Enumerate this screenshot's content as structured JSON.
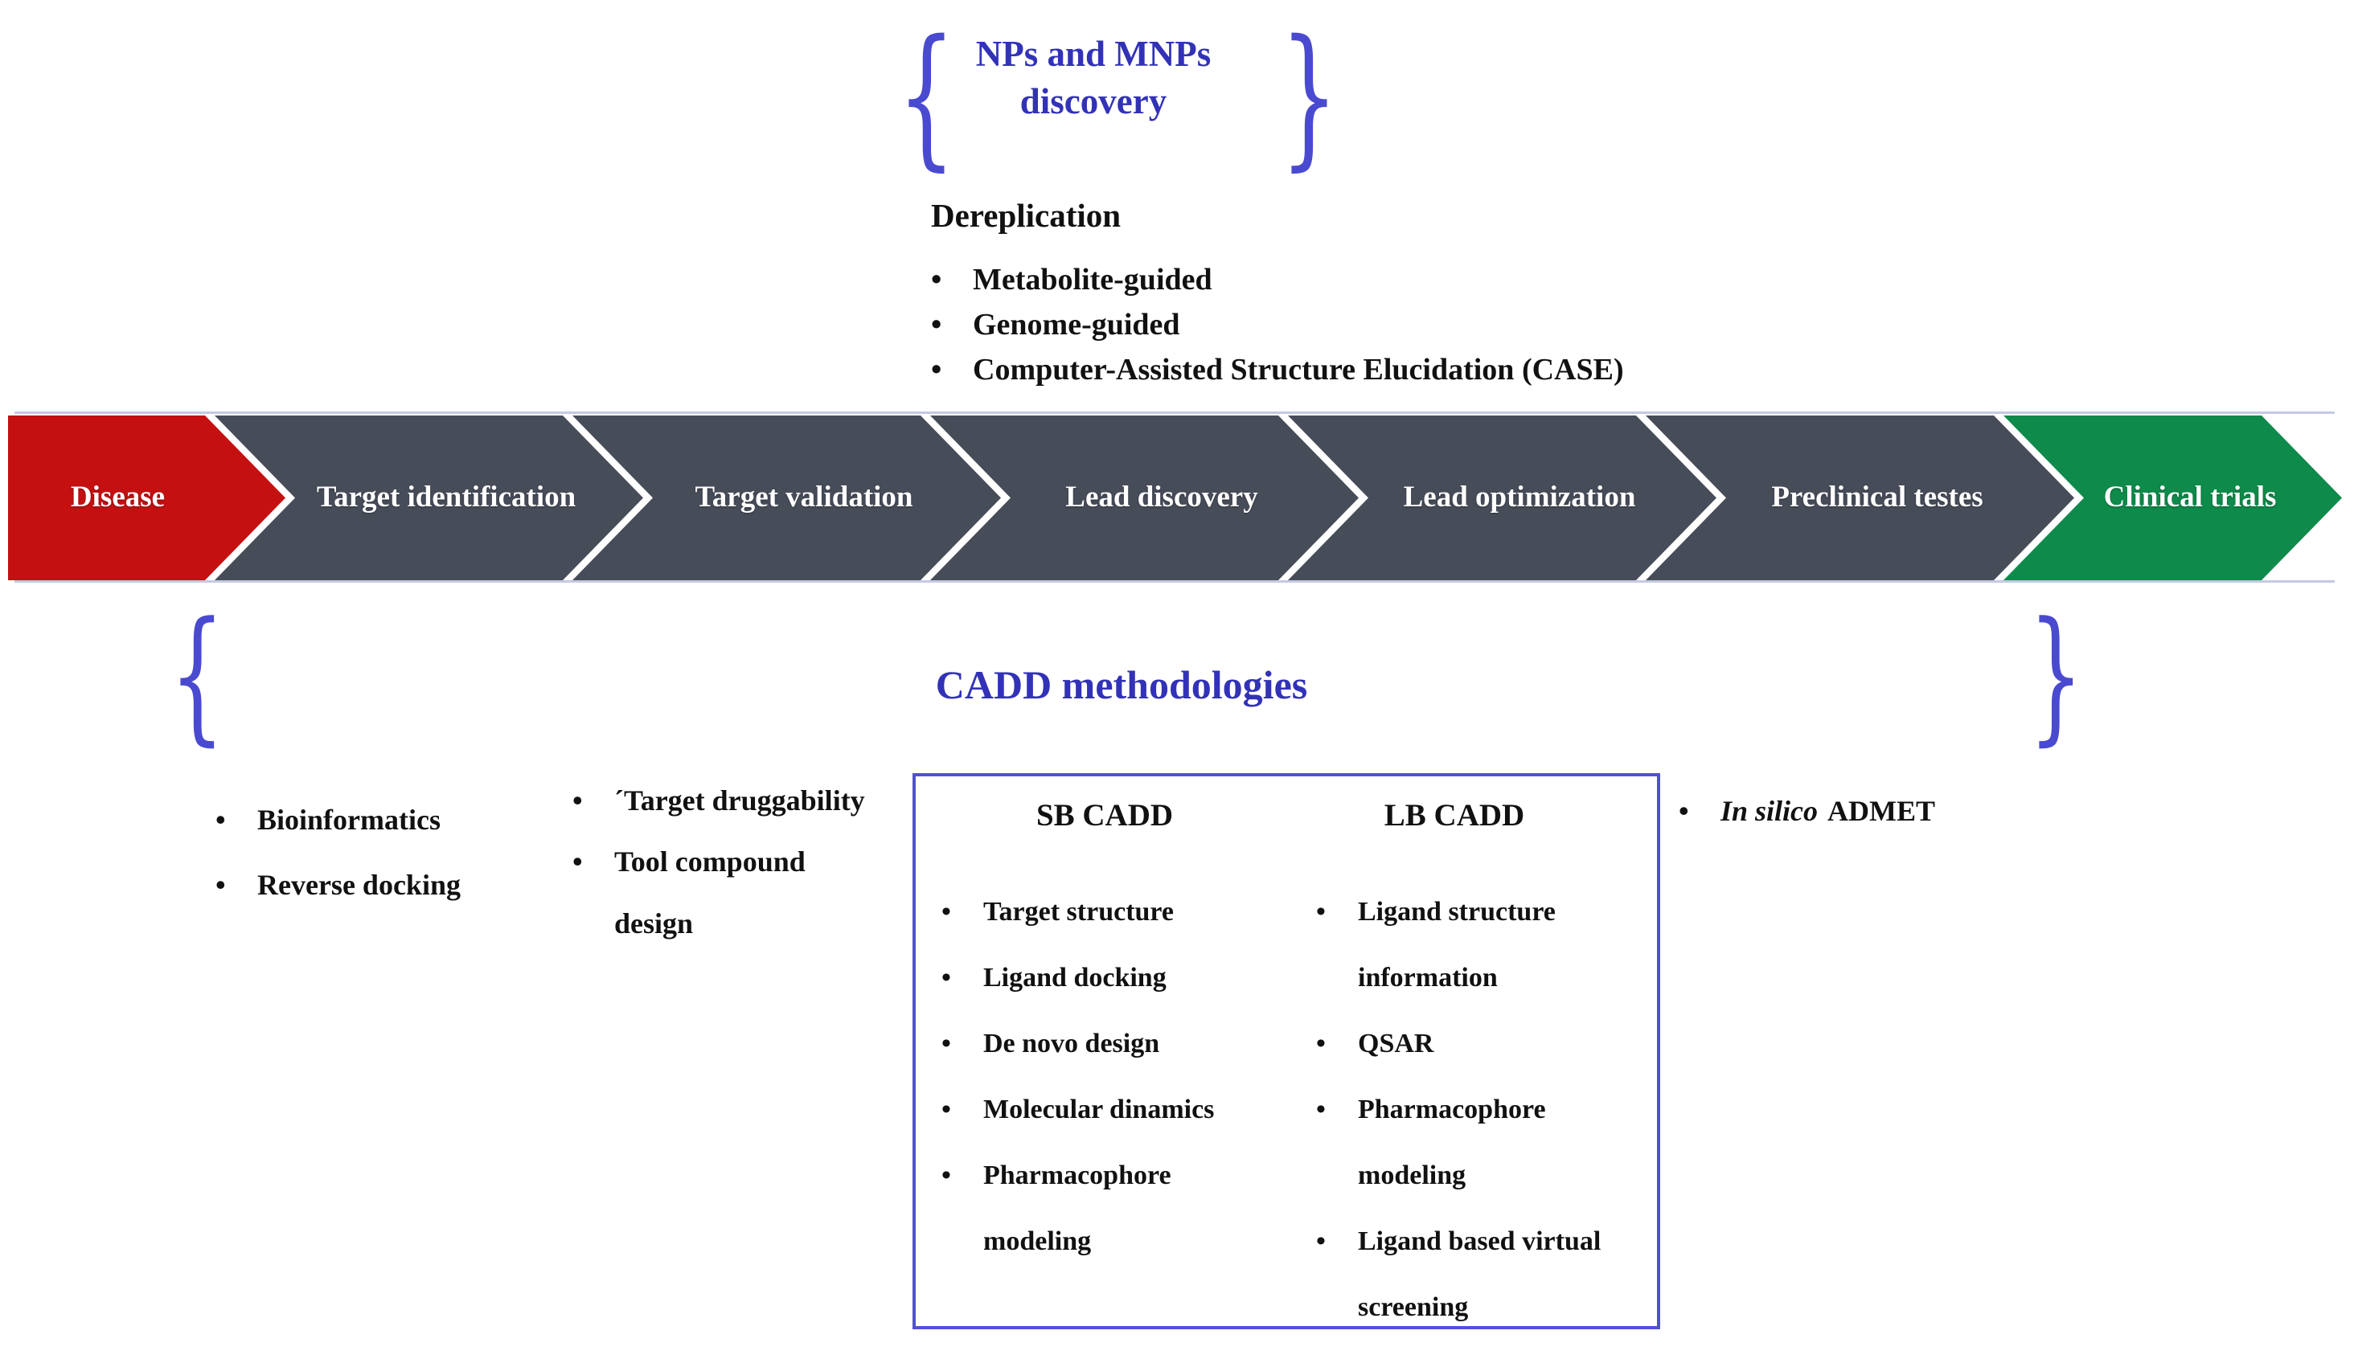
{
  "top_discovery": {
    "line1": "NPs and MNPs",
    "line2": "discovery",
    "brace_left": "{",
    "brace_right": "}"
  },
  "dereplication": {
    "title": "Dereplication",
    "items": [
      "Metabolite-guided",
      "Genome-guided",
      "Computer-Assisted Structure Elucidation (CASE)"
    ]
  },
  "pipeline": {
    "stages": [
      {
        "label": "Disease"
      },
      {
        "label": "Target identification"
      },
      {
        "label": "Target validation"
      },
      {
        "label": "Lead discovery"
      },
      {
        "label": "Lead optimization"
      },
      {
        "label": "Preclinical testes"
      },
      {
        "label": "Clinical trials"
      }
    ]
  },
  "cadd": {
    "title": "CADD methodologies",
    "brace_left": "{",
    "brace_right": "}",
    "left_items": [
      "Bioinformatics",
      "Reverse docking"
    ],
    "mid_items": [
      "´Target druggability",
      "Tool compound design"
    ],
    "box": {
      "sb": {
        "title": "SB CADD",
        "items": [
          "Target structure",
          "Ligand docking",
          "De novo design",
          "Molecular dinamics",
          "Pharmacophore modeling"
        ]
      },
      "lb": {
        "title": "LB CADD",
        "items": [
          "Ligand structure information",
          "QSAR",
          "Pharmacophore modeling",
          "Ligand based virtual screening"
        ]
      }
    },
    "admet": {
      "italic": "In silico",
      "rest": "ADMET"
    }
  },
  "colors": {
    "disease_red": "#c41011",
    "stage_gray": "#474c59",
    "clinical_green": "#0e8a4a",
    "accent_blue": "#3232b8",
    "brace_blue": "#4a4ad0",
    "box_border_blue": "#5050d6",
    "band_edge_lavender": "#c4c9e3"
  }
}
